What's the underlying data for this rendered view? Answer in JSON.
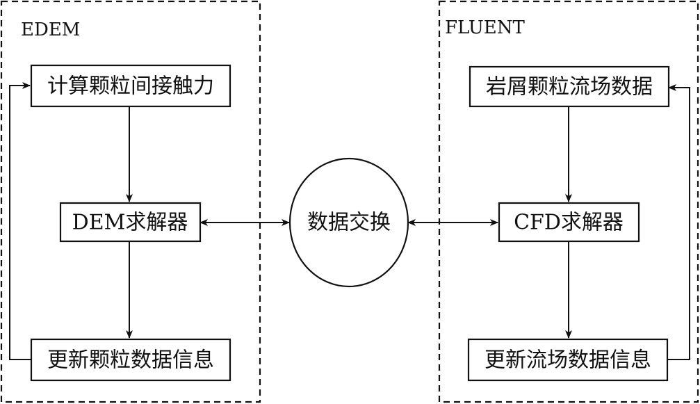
{
  "groups": {
    "edem": {
      "label": "EDEM"
    },
    "fluent": {
      "label": "FLUENT"
    }
  },
  "nodes": {
    "calc_contact_force": "计算颗粒间接触力",
    "dem_solver": "DEM求解器",
    "update_particle_data": "更新颗粒数据信息",
    "data_exchange": "数据交换",
    "cuttings_flow_data": "岩屑颗粒流场数据",
    "cfd_solver": "CFD求解器",
    "update_flow_data": "更新流场数据信息"
  },
  "edges": [
    {
      "from": "calc_contact_force",
      "to": "dem_solver",
      "direction": "forward"
    },
    {
      "from": "dem_solver",
      "to": "update_particle_data",
      "direction": "forward"
    },
    {
      "from": "update_particle_data",
      "to": "calc_contact_force",
      "direction": "forward",
      "route": "loop-left"
    },
    {
      "from": "dem_solver",
      "to": "data_exchange",
      "direction": "both"
    },
    {
      "from": "data_exchange",
      "to": "cfd_solver",
      "direction": "both"
    },
    {
      "from": "cuttings_flow_data",
      "to": "cfd_solver",
      "direction": "forward"
    },
    {
      "from": "cfd_solver",
      "to": "update_flow_data",
      "direction": "forward"
    },
    {
      "from": "update_flow_data",
      "to": "cuttings_flow_data",
      "direction": "forward",
      "route": "loop-right"
    }
  ]
}
